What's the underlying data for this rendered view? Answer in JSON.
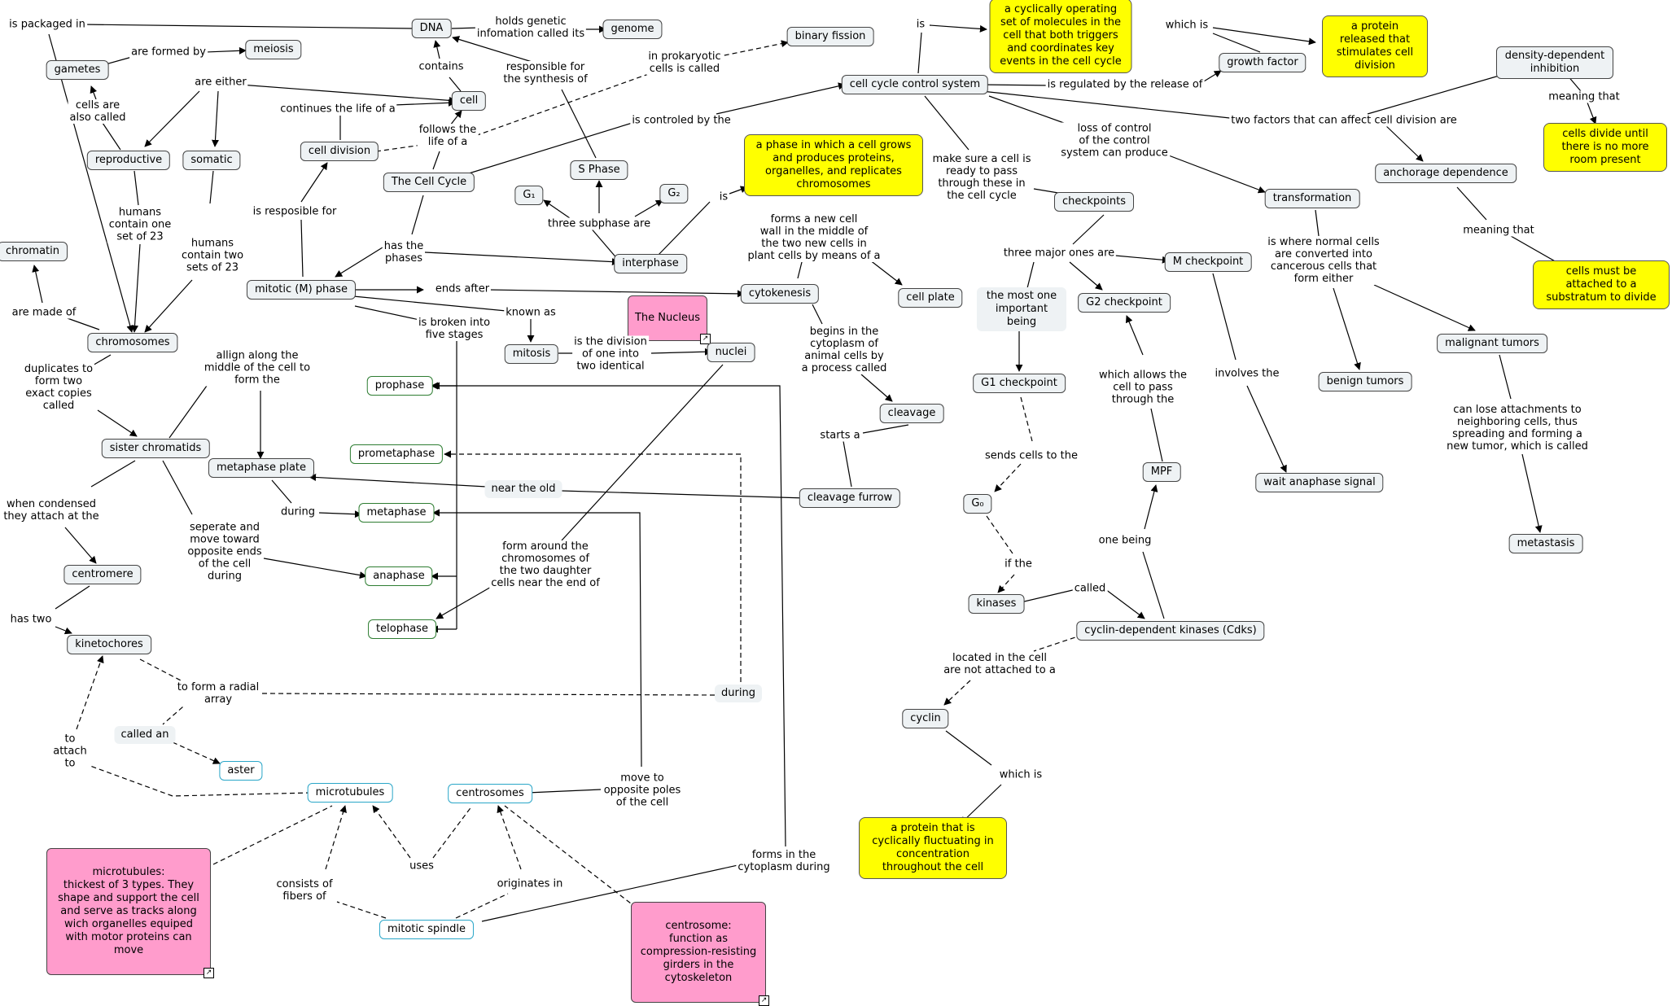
{
  "nodes": {
    "dna": "DNA",
    "genome": "genome",
    "binary_fission": "binary fission",
    "cycle_def": "a cyclically operating set of molecules in the cell that both triggers and coordinates key events in the cell cycle",
    "growth_factor": "growth factor",
    "protein_released": "a protein released that stimulates cell division",
    "density_inhibition": "density-dependent inhibition",
    "cells_divide_until": "cells divide until there is no more room present",
    "gametes": "gametes",
    "meiosis": "meiosis",
    "cell": "cell",
    "cell_cycle_control_system": "cell cycle control system",
    "reproductive": "reproductive",
    "somatic": "somatic",
    "cell_division": "cell division",
    "the_cell_cycle": "The Cell Cycle",
    "s_phase": "S Phase",
    "g1": "G₁",
    "g2": "G₂",
    "interphase_def": "a phase in which a cell grows and produces proteins, organelles, and replicates chromosomes",
    "anchorage_dependence": "anchorage dependence",
    "transformation": "transformation",
    "checkpoints": "checkpoints",
    "chromatin": "chromatin",
    "interphase": "interphase",
    "m_checkpoint": "M checkpoint",
    "must_be_attached": "cells must be attached to a substratum to divide",
    "mitotic_phase": "mitotic (M) phase",
    "cytokenesis": "cytokenesis",
    "cell_plate": "cell plate",
    "the_most_one": "the most one important being",
    "g2_checkpoint": "G2 checkpoint",
    "the_nucleus": "The Nucleus",
    "chromosomes": "chromosomes",
    "mitosis": "mitosis",
    "nuclei": "nuclei",
    "malignant_tumors": "malignant tumors",
    "prophase": "prophase",
    "g1_checkpoint": "G1 checkpoint",
    "benign_tumors": "benign tumors",
    "cleavage": "cleavage",
    "sister_chromatids": "sister chromatids",
    "prometaphase": "prometaphase",
    "metaphase_plate": "metaphase plate",
    "near_the_old": "near the old",
    "mpf": "MPF",
    "wait_anaphase_signal": "wait anaphase signal",
    "cleavage_furrow": "cleavage furrow",
    "metaphase": "metaphase",
    "g0": "G₀",
    "metastasis": "metastasis",
    "anaphase": "anaphase",
    "centromere": "centromere",
    "kinases": "kinases",
    "cdks": "cyclin-dependent kinases (Cdks)",
    "telophase": "telophase",
    "kinetochores": "kinetochores",
    "during": "during",
    "cyclin": "cyclin",
    "called_an": "called an",
    "aster": "aster",
    "microtubules": "microtubules",
    "centrosomes": "centrosomes",
    "protein_cyclic": "a protein that is cyclically fluctuating in concentration throughout the cell",
    "microtubules_note": "microtubules:\nthickest of 3 types. They shape and support the cell and serve as tracks along wich organelles equiped with motor proteins can move",
    "mitotic_spindle": "mitotic spindle",
    "centrosome_note": "centrosome:\nfunction as compression-resisting girders in the cytoskeleton"
  },
  "labels": {
    "is_packaged_in": "is packaged in",
    "holds_genetic": "holds genetic\ninfomation called its",
    "are_formed_by": "are formed by",
    "contains": "contains",
    "responsible_for": "responsible for\nthe synthesis of",
    "in_prokaryotic": "in prokaryotic\ncells is called",
    "is": "is",
    "which_is_top": "which is",
    "are_either": "are either",
    "cells_are_also_called": "cells are\nalso called",
    "continues_the_life": "continues the life of a",
    "follows_the_life": "follows the\nlife of a",
    "is_controled_by": "is controled by the",
    "is_regulated_by": "is regulated by the release of",
    "two_factors": "two factors that can affect cell division are",
    "meaning_that_1": "meaning that",
    "loss_of_control": "loss of control\nof the control\nsystem can produce",
    "make_sure": "make sure a cell is\nready to pass\nthrough these in\nthe cell cycle",
    "humans_one_set": "humans\ncontain one\nset of 23",
    "humans_two_sets": "humans\ncontain two\nsets of 23",
    "is_resposible_for": "is resposible for",
    "three_subphase": "three subphase are",
    "is_interphase": "is",
    "has_the_phases": "has the\nphases",
    "forms_new_cell_wall": "forms a new cell\nwall in the middle of\nthe two new cells in\nplant cells by means of a",
    "meaning_that_2": "meaning that",
    "is_where_normal": "is where normal cells\nare converted into\ncancerous cells that\nform either",
    "three_major": "three major ones are",
    "are_made_of": "are made of",
    "ends_after": "ends after",
    "known_as": "known as",
    "is_broken_into": "is broken into\nfive stages",
    "is_the_division": "is the division\nof one into\ntwo identical",
    "begins_in": "begins in the\ncytoplasm of\nanimal cells by\na process called",
    "which_allows": "which allows the\ncell to pass\nthrough the",
    "involves_the": "involves the",
    "duplicates": "duplicates to\nform two\nexact copies\ncalled",
    "allign_along": "allign along the\nmiddle of the cell to\nform the",
    "can_lose": "can lose attachments to\nneighboring cells, thus\nspreading and forming a\nnew tumor, which is called",
    "starts_a": "starts a",
    "sends_cells_to": "sends cells to the",
    "when_condensed": "when condensed\nthey attach at the",
    "during_metaphase": "during",
    "seperate_and_move": "seperate and\nmove toward\nopposite ends\nof the cell\nduring",
    "form_around": "form around the\nchromosomes of\nthe two daughter\ncells near the end of",
    "one_being": "one being",
    "if_the": "if the",
    "called": "called",
    "has_two": "has two",
    "to_form_radial": "to form a radial\narray",
    "located_in_cell": "located in the cell\nare not attached to a",
    "to_attach_to": "to\nattach\nto",
    "which_is_cyclin": "which is",
    "move_to_opposite": "move to\nopposite poles\nof the cell",
    "uses": "uses",
    "originates_in": "originates in",
    "consists_of_fibers": "consists of\nfibers of",
    "forms_in_cytoplasm": "forms in the\ncytoplasm during"
  }
}
